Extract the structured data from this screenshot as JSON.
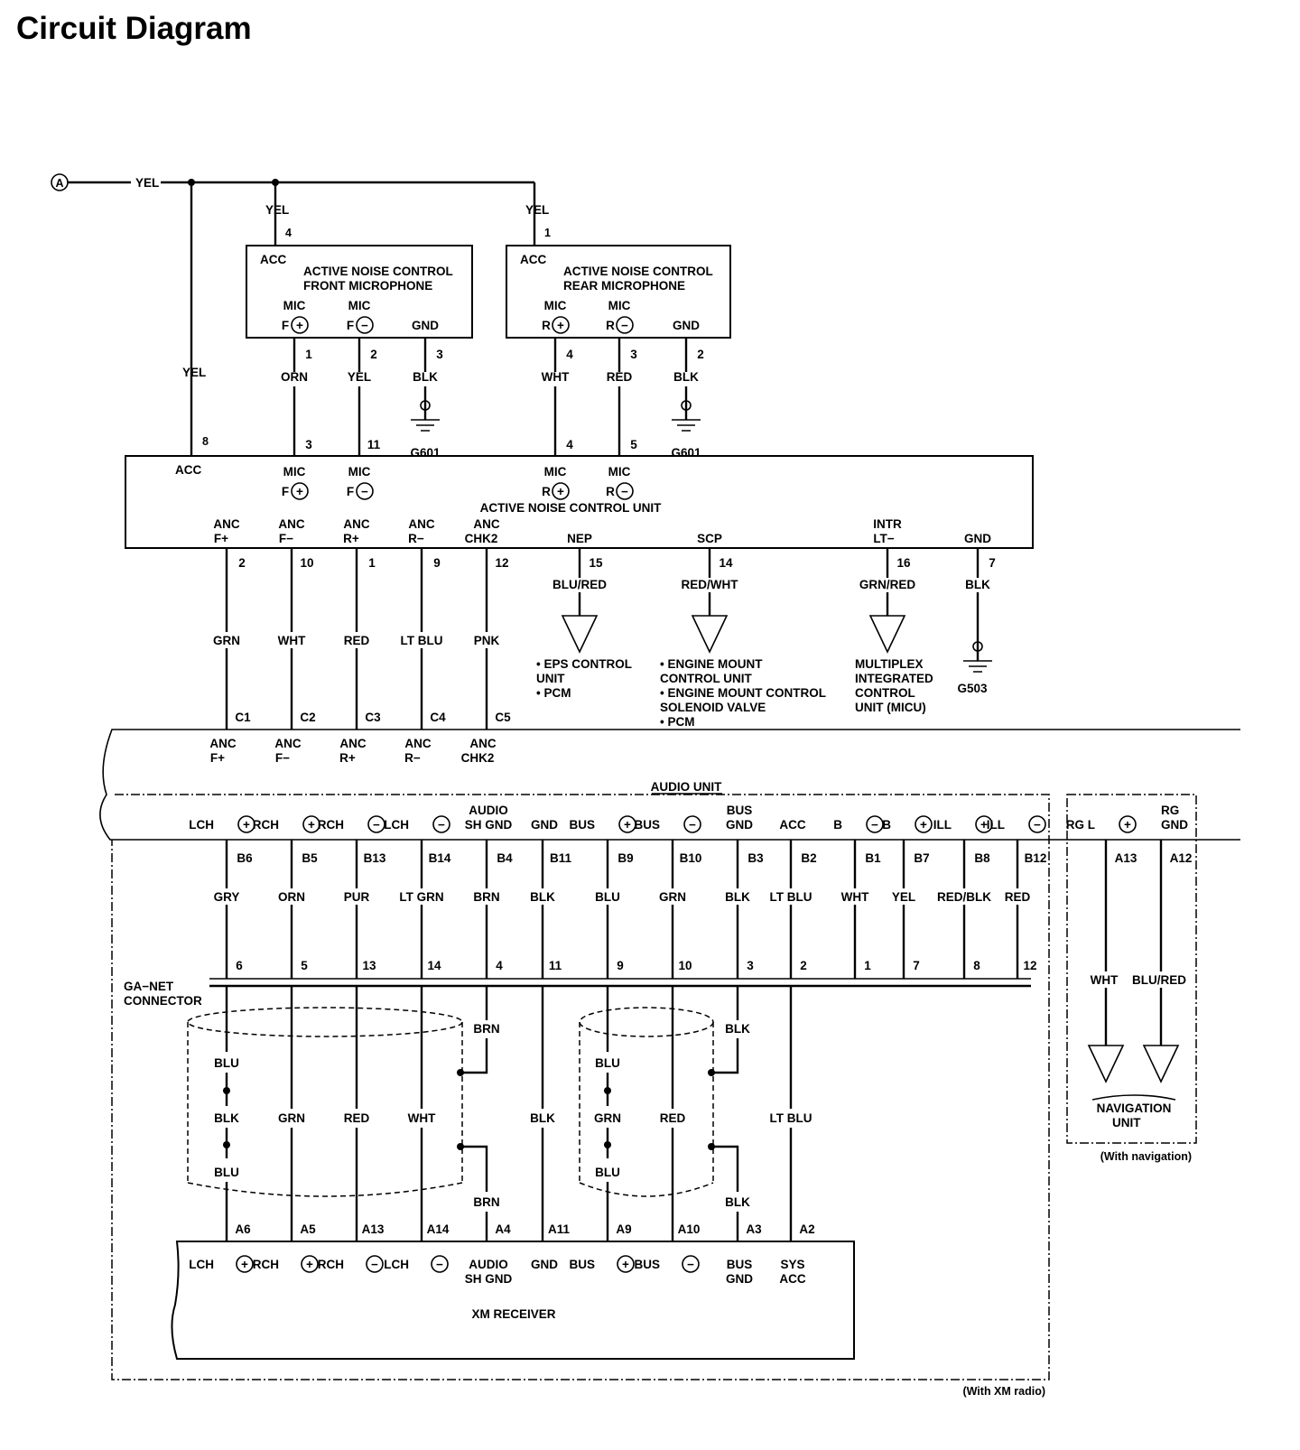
{
  "page": {
    "title": "Circuit Diagram"
  },
  "connector_ref": "A",
  "feed": {
    "wire_color": "YEL"
  },
  "front_mic": {
    "name": [
      "ACTIVE NOISE CONTROL",
      "FRONT MICROPHONE"
    ],
    "acc": "ACC",
    "pins": [
      {
        "label": [
          "MIC",
          "F"
        ],
        "sign": "+",
        "pin": "1",
        "color": "ORN",
        "unit_pin": "3"
      },
      {
        "label": [
          "MIC",
          "F"
        ],
        "sign": "−",
        "pin": "2",
        "color": "YEL",
        "unit_pin": "11"
      },
      {
        "label": [
          "GND"
        ],
        "sign": "",
        "pin": "3",
        "color": "BLK",
        "ground": "G601"
      }
    ],
    "acc_pin": "4",
    "acc_color": "YEL"
  },
  "rear_mic": {
    "name": [
      "ACTIVE NOISE CONTROL",
      "REAR MICROPHONE"
    ],
    "acc": "ACC",
    "pins": [
      {
        "label": [
          "MIC",
          "R"
        ],
        "sign": "+",
        "pin": "4",
        "color": "WHT",
        "unit_pin": "4"
      },
      {
        "label": [
          "MIC",
          "R"
        ],
        "sign": "−",
        "pin": "3",
        "color": "RED",
        "unit_pin": "5"
      },
      {
        "label": [
          "GND"
        ],
        "sign": "",
        "pin": "2",
        "color": "BLK",
        "ground": "G601"
      }
    ],
    "acc_pin": "1",
    "acc_color": "YEL"
  },
  "anc_unit": {
    "name": "ACTIVE NOISE CONTROL UNIT",
    "acc_label": "ACC",
    "acc_pin": "8",
    "acc_color": "YEL",
    "outputs": [
      {
        "label": [
          "ANC",
          "F+"
        ],
        "pin": "2",
        "color": "GRN",
        "audio_pin": "C1"
      },
      {
        "label": [
          "ANC",
          "F−"
        ],
        "pin": "10",
        "color": "WHT",
        "audio_pin": "C2"
      },
      {
        "label": [
          "ANC",
          "R+"
        ],
        "pin": "1",
        "color": "RED",
        "audio_pin": "C3"
      },
      {
        "label": [
          "ANC",
          "R−"
        ],
        "pin": "9",
        "color": "LT BLU",
        "audio_pin": "C4"
      },
      {
        "label": [
          "ANC",
          "CHK2"
        ],
        "pin": "12",
        "color": "PNK",
        "audio_pin": "C5"
      }
    ],
    "signals": [
      {
        "label": [
          "NEP"
        ],
        "pin": "15",
        "color": "BLU/RED",
        "targets": [
          "• EPS CONTROL",
          "  UNIT",
          "• PCM"
        ]
      },
      {
        "label": [
          "SCP"
        ],
        "pin": "14",
        "color": "RED/WHT",
        "targets": [
          "• ENGINE MOUNT",
          "  CONTROL UNIT",
          "• ENGINE MOUNT CONTROL",
          "  SOLENOID VALVE",
          "• PCM"
        ]
      },
      {
        "label": [
          "INTR",
          "LT−"
        ],
        "pin": "16",
        "color": "GRN/RED",
        "targets": [
          "MULTIPLEX",
          "INTEGRATED",
          "CONTROL",
          "UNIT (MICU)"
        ]
      }
    ],
    "gnd": {
      "label": "GND",
      "pin": "7",
      "color": "BLK",
      "ground": "G503"
    }
  },
  "audio_unit": {
    "name": "AUDIO UNIT",
    "anc_inputs": [
      {
        "label": [
          "ANC",
          "F+"
        ]
      },
      {
        "label": [
          "ANC",
          "F−"
        ]
      },
      {
        "label": [
          "ANC",
          "R+"
        ]
      },
      {
        "label": [
          "ANC",
          "R−"
        ]
      },
      {
        "label": [
          "ANC",
          "CHK2"
        ]
      }
    ],
    "pins": [
      {
        "label": "LCH",
        "sign": "+",
        "pin": "B6",
        "color": "GRY",
        "ga": "6"
      },
      {
        "label": "RCH",
        "sign": "+",
        "pin": "B5",
        "color": "ORN",
        "ga": "5"
      },
      {
        "label": "RCH",
        "sign": "−",
        "pin": "B13",
        "color": "PUR",
        "ga": "13"
      },
      {
        "label": "LCH",
        "sign": "−",
        "pin": "B14",
        "color": "LT GRN",
        "ga": "14"
      },
      {
        "label": "AUDIO|SH GND",
        "sign": "",
        "pin": "B4",
        "color": "BRN",
        "ga": "4"
      },
      {
        "label": "GND",
        "sign": "",
        "pin": "B11",
        "color": "BLK",
        "ga": "11"
      },
      {
        "label": "BUS",
        "sign": "+",
        "pin": "B9",
        "color": "BLU",
        "ga": "9"
      },
      {
        "label": "BUS",
        "sign": "−",
        "pin": "B10",
        "color": "GRN",
        "ga": "10"
      },
      {
        "label": "BUS|GND",
        "sign": "",
        "pin": "B3",
        "color": "BLK",
        "ga": "3"
      },
      {
        "label": "ACC",
        "sign": "",
        "pin": "B2",
        "color": "LT BLU",
        "ga": "2"
      },
      {
        "label": "B",
        "sign": "−",
        "pin": "B1",
        "color": "WHT",
        "ga": "1"
      },
      {
        "label": "B",
        "sign": "+",
        "pin": "B7",
        "color": "YEL",
        "ga": "7"
      },
      {
        "label": "ILL",
        "sign": "+",
        "pin": "B8",
        "color": "RED/BLK",
        "ga": "8"
      },
      {
        "label": "ILL",
        "sign": "−",
        "pin": "B12",
        "color": "RED",
        "ga": "12"
      }
    ],
    "nav_pins": [
      {
        "label": "RG L",
        "sign": "+",
        "pin": "A13",
        "color": "WHT"
      },
      {
        "label": "RG|GND",
        "sign": "",
        "pin": "A12",
        "color": "BLU/RED"
      }
    ]
  },
  "ga_net": {
    "label": [
      "GA−NET",
      "CONNECTOR"
    ]
  },
  "xm_receiver": {
    "name": "XM RECEIVER",
    "pins": [
      {
        "label": "LCH",
        "sign": "+",
        "pin": "A6",
        "color": "BLU"
      },
      {
        "label": "RCH",
        "sign": "+",
        "pin": "A5",
        "color": "GRN"
      },
      {
        "label": "RCH",
        "sign": "−",
        "pin": "A13",
        "color": "RED"
      },
      {
        "label": "LCH",
        "sign": "−",
        "pin": "A14",
        "color": "WHT"
      },
      {
        "label": "AUDIO|SH GND",
        "sign": "",
        "pin": "A4",
        "color": "BRN"
      },
      {
        "label": "GND",
        "sign": "",
        "pin": "A11",
        "color": "BLK"
      },
      {
        "label": "BUS",
        "sign": "+",
        "pin": "A9",
        "color": "BLU"
      },
      {
        "label": "BUS",
        "sign": "−",
        "pin": "A10",
        "color": "RED"
      },
      {
        "label": "BUS|GND",
        "sign": "",
        "pin": "A3",
        "color": "BLK"
      },
      {
        "label": "SYS|ACC",
        "sign": "",
        "pin": "A2",
        "color": "LT BLU"
      }
    ],
    "shield_colors": [
      "BLU",
      "BLK",
      "BLU",
      "GRN"
    ]
  },
  "navigation": {
    "name": [
      "NAVIGATION",
      "UNIT"
    ],
    "note": "(With navigation)"
  },
  "xm_note": "(With XM radio)"
}
